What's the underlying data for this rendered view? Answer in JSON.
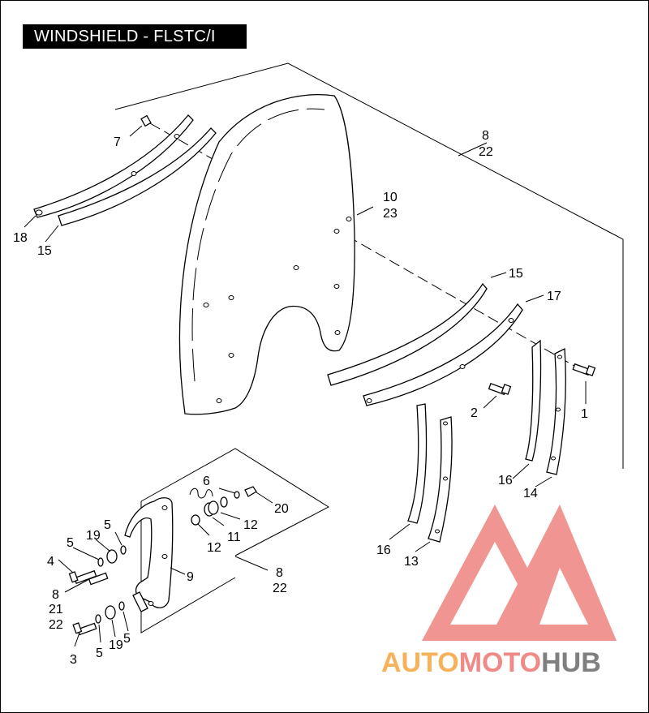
{
  "title": "WINDSHIELD - FLSTC/I",
  "callouts": {
    "c1": "1",
    "c2": "2",
    "c3": "3",
    "c4": "4",
    "c5a": "5",
    "c5b": "5",
    "c5c": "5",
    "c5d": "5",
    "c6": "6",
    "c7": "7",
    "c8a": "8",
    "c22a": "22",
    "c8b": "8",
    "c22b": "22",
    "c8c": "8",
    "c21": "21",
    "c22c": "22",
    "c9": "9",
    "c10": "10",
    "c23": "23",
    "c11": "11",
    "c12a": "12",
    "c12b": "12",
    "c13": "13",
    "c14": "14",
    "c15a": "15",
    "c15b": "15",
    "c16a": "16",
    "c16b": "16",
    "c17": "17",
    "c18": "18",
    "c19a": "19",
    "c19b": "19",
    "c20": "20"
  },
  "watermark": {
    "part1": "AUTO",
    "part2": "MOTO",
    "part3": "HUB",
    "color_orange": "#f5b25a",
    "color_red": "#ef8a86",
    "color_gray": "#7f7f7f"
  }
}
